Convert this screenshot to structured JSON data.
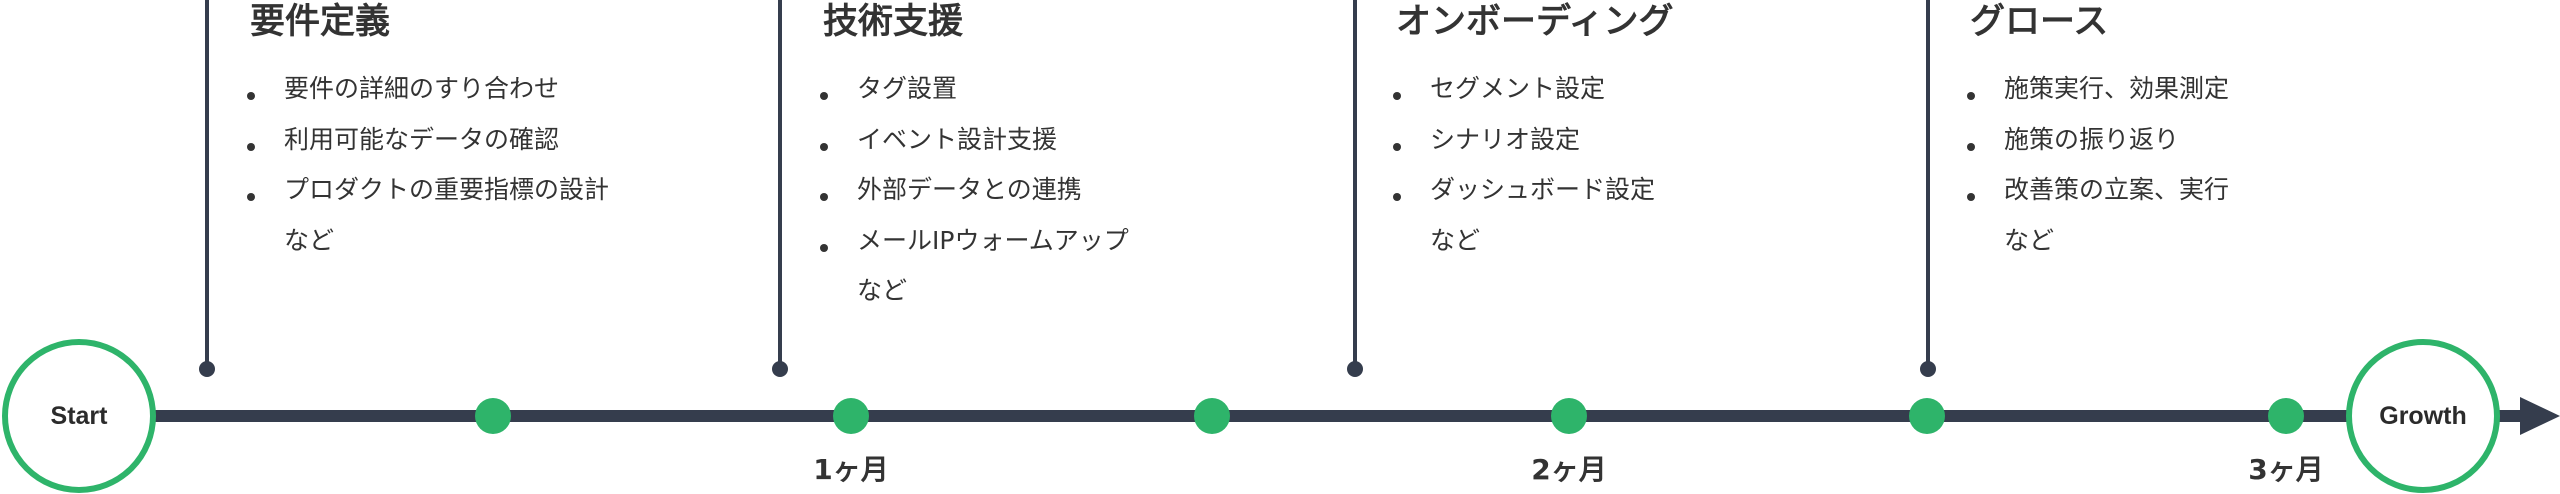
{
  "start_label": "Start",
  "end_label": "Growth",
  "phases": [
    {
      "title": "要件定義",
      "items": [
        "要件の詳細のすり合わせ",
        "利用可能なデータの確認",
        "プロダクトの重要指標の設計"
      ],
      "etc": "など"
    },
    {
      "title": "技術支援",
      "items": [
        "タグ設置",
        "イベント設計支援",
        "外部データとの連携",
        "メールIPウォームアップ"
      ],
      "etc": "など"
    },
    {
      "title": "オンボーディング",
      "items": [
        "セグメント設定",
        "シナリオ設定",
        "ダッシュボード設定"
      ],
      "etc": "など"
    },
    {
      "title": "グロース",
      "items": [
        "施策実行、効果測定",
        "施策の振り返り",
        "改善策の立案、実行"
      ],
      "etc": "など"
    }
  ],
  "months": [
    "1ヶ月",
    "2ヶ月",
    "3ヶ月"
  ],
  "colors": {
    "accent": "#2eb46a",
    "line": "#353d4d",
    "text": "#333333"
  }
}
